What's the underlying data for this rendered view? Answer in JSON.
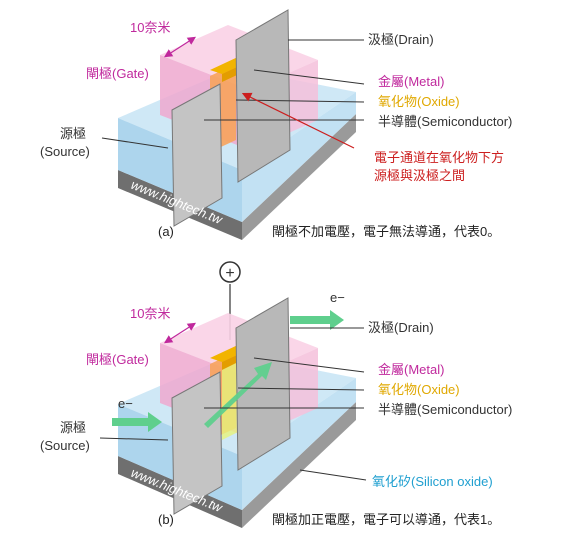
{
  "figure_a": {
    "scale_label": "10奈米",
    "gate_label": "閘極(Gate)",
    "drain_label": "汲極(Drain)",
    "metal_label": "金屬(Metal)",
    "oxide_label": "氧化物(Oxide)",
    "semiconductor_label": "半導體(Semiconductor)",
    "source_label_line1": "源極",
    "source_label_line2": "(Source)",
    "channel_note_line1": "電子通道在氧化物下方",
    "channel_note_line2": "源極與汲極之間",
    "watermark": "www.hightech.tw",
    "panel_letter": "(a)",
    "caption": "閘極不加電壓，電子無法導通，代表0。"
  },
  "figure_b": {
    "plus_symbol": "+",
    "electron_out": "e−",
    "electron_in": "e−",
    "scale_label": "10奈米",
    "gate_label": "閘極(Gate)",
    "drain_label": "汲極(Drain)",
    "metal_label": "金屬(Metal)",
    "oxide_label": "氧化物(Oxide)",
    "semiconductor_label": "半導體(Semiconductor)",
    "source_label_line1": "源極",
    "source_label_line2": "(Source)",
    "silicon_oxide_label": "氧化矽(Silicon oxide)",
    "watermark": "www.hightech.tw",
    "panel_letter": "(b)",
    "caption": "閘極加正電壓，電子可以導通，代表1。"
  },
  "colors": {
    "gate_pink": "#f3b8d8",
    "substrate_blue": "#b9dcf0",
    "base_gray": "#8c8c8c",
    "metal_gold": "#f2b400",
    "oxide_orange": "#f7a35c",
    "electron_arrow_green": "#5fcf8d",
    "label_pink": "#c0299d",
    "label_gold": "#e0a800",
    "label_red": "#cc1f1f",
    "label_blue": "#1f9fd0"
  }
}
